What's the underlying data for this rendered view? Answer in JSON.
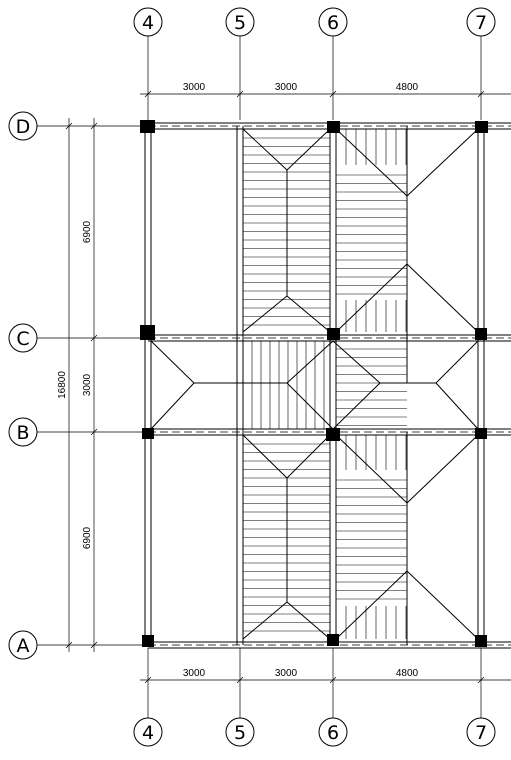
{
  "axes": {
    "columns": [
      {
        "id": "col-4",
        "label": "4"
      },
      {
        "id": "col-5",
        "label": "5"
      },
      {
        "id": "col-6",
        "label": "6"
      },
      {
        "id": "col-7",
        "label": "7"
      }
    ],
    "rows": [
      {
        "id": "row-D",
        "label": "D"
      },
      {
        "id": "row-C",
        "label": "C"
      },
      {
        "id": "row-B",
        "label": "B"
      },
      {
        "id": "row-A",
        "label": "A"
      }
    ]
  },
  "dimensions": {
    "top": [
      "3000",
      "3000",
      "4800"
    ],
    "bottom": [
      "3000",
      "3000",
      "4800"
    ],
    "left_segments": [
      "6900",
      "3000",
      "6900"
    ],
    "left_total": "16800"
  }
}
